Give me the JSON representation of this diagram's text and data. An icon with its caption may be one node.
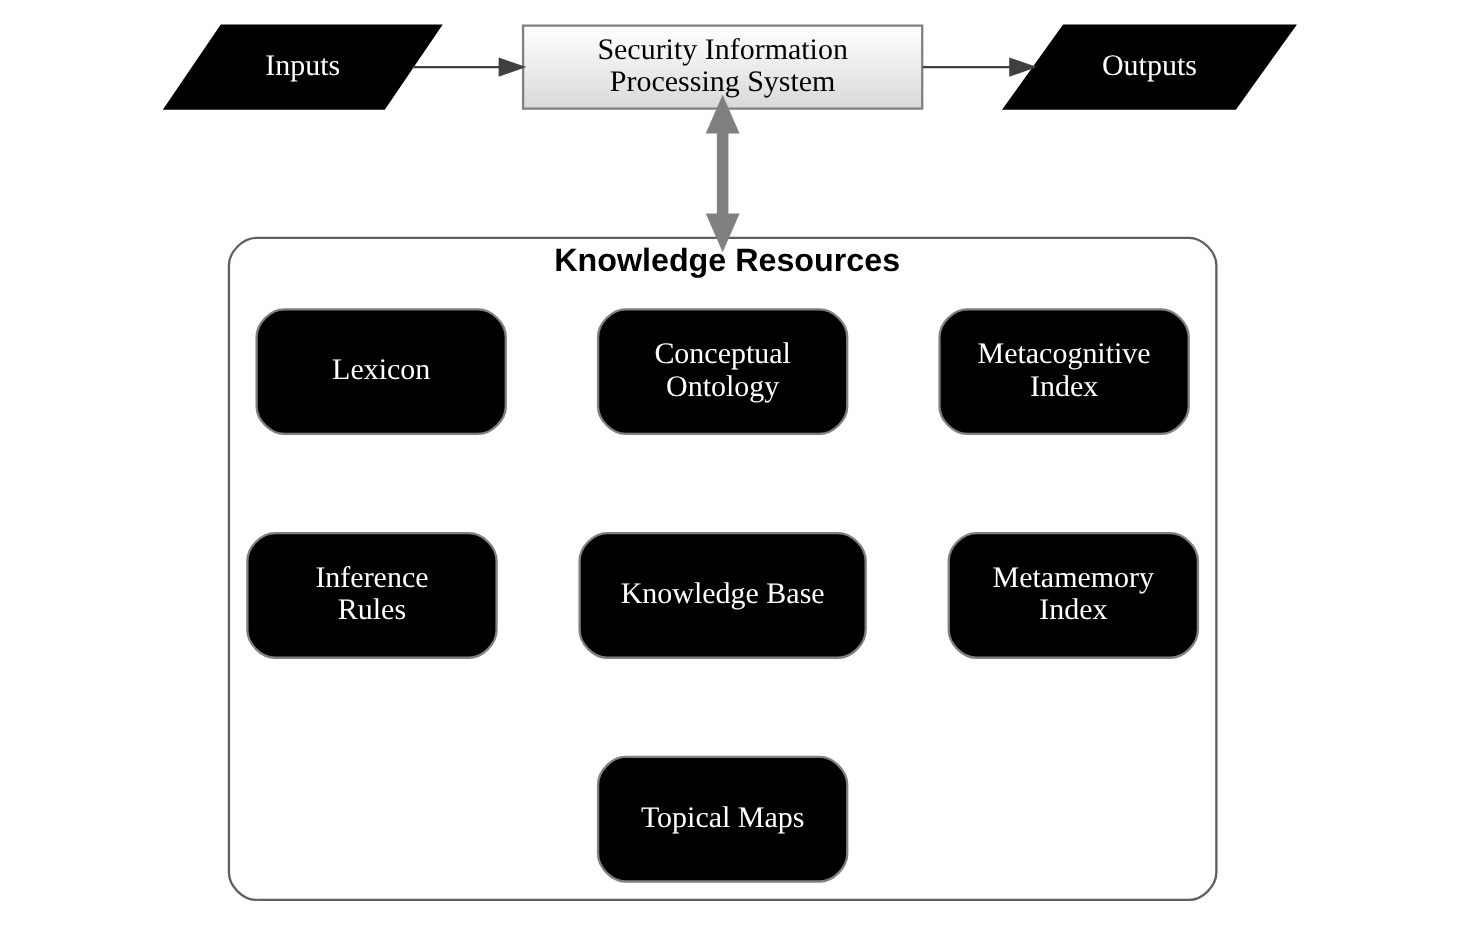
{
  "diagram": {
    "nodes": [
      {
        "text": [
          "Inputs"
        ]
      },
      {
        "text": [
          "Security Information Processing System"
        ]
      },
      {
        "text": [
          "Outputs"
        ]
      },
      {
        "text": [
          "Knowledge Resources"
        ]
      },
      {
        "text": [
          "Lexicon"
        ],
        "in": 3
      },
      {
        "text": [
          "Conceptual Ontology"
        ],
        "in": 3
      },
      {
        "text": [
          "Metacognitive Index"
        ],
        "in": 3
      },
      {
        "text": [
          "Inference Rules"
        ],
        "in": 3
      },
      {
        "text": [
          "Knowledge Base"
        ],
        "in": 3
      },
      {
        "text": [
          "Metamemory Index"
        ],
        "in": 3
      },
      {
        "text": [
          "Topical Maps"
        ],
        "in": 3
      }
    ],
    "edges": [
      {
        "from": 0,
        "to": 1,
        "arrow": "to"
      },
      {
        "from": 1,
        "to": 2,
        "arrow": "to"
      },
      {
        "from": 1,
        "to": 3,
        "arrow": "both",
        "style": "thick",
        "color": "#808080"
      }
    ]
  }
}
